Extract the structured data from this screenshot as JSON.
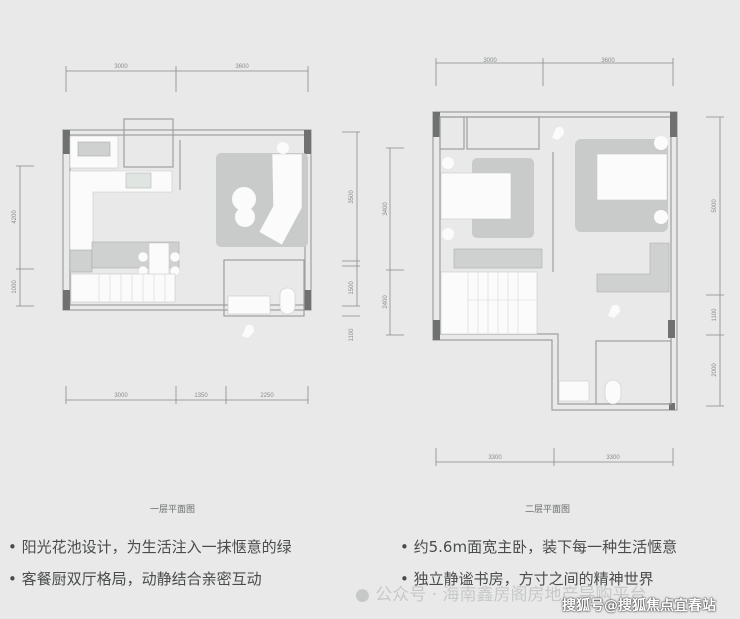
{
  "floor1": {
    "caption": "一层平面图",
    "dims_top": [
      "3000",
      "3600"
    ],
    "dims_left": [
      "4200",
      "1000"
    ],
    "dims_right": [
      "3500",
      "1500",
      "1100"
    ],
    "dims_bottom": [
      "3000",
      "1350",
      "2250"
    ]
  },
  "floor2": {
    "caption": "二层平面图",
    "dims_top": [
      "3000",
      "3600"
    ],
    "dims_left": [
      "3400",
      "2400"
    ],
    "dims_right": [
      "5000",
      "1100",
      "2000"
    ],
    "dims_bottom": [
      "3300",
      "3300"
    ]
  },
  "features": {
    "left": [
      "阳光花池设计，为生活注入一抹惬意的绿",
      "客餐厨双厅格局，动静结合亲密互动"
    ],
    "right": [
      "约5.6m面宽主卧，装下每一种生活惬意",
      "独立静谧书房，方寸之间的精神世界"
    ]
  },
  "watermark": {
    "wechat": "公众号 · 海南鑫房阁房地产导购平台",
    "sohu": "搜狐号@搜狐焦点宜春站"
  }
}
